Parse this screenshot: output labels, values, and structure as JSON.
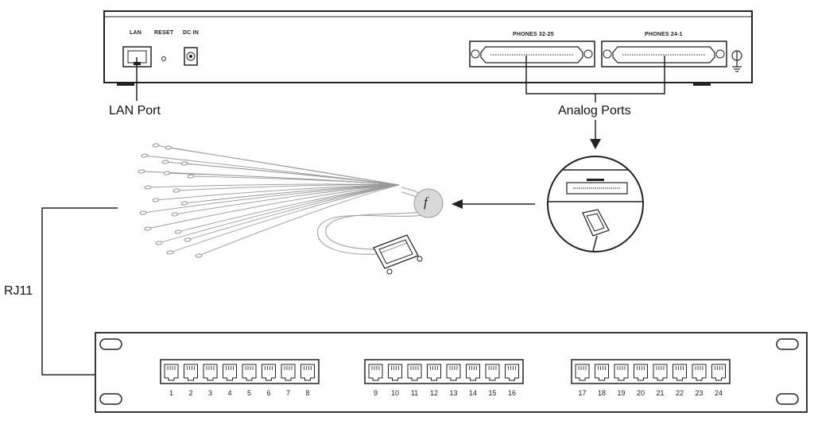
{
  "device": {
    "labels": {
      "lan": "LAN",
      "reset": "RESET",
      "dc_in": "DC IN",
      "phones_left": "PHONES 32-25",
      "phones_right": "PHONES 24-1"
    }
  },
  "callouts": {
    "lan_port": "LAN Port",
    "analog_ports": "Analog Ports",
    "rj11": "RJ11"
  },
  "cable": {
    "badge": "f"
  },
  "patch_panel": {
    "groups": [
      [
        "1",
        "2",
        "3",
        "4",
        "5",
        "6",
        "7",
        "8"
      ],
      [
        "9",
        "10",
        "11",
        "12",
        "13",
        "14",
        "15",
        "16"
      ],
      [
        "17",
        "18",
        "19",
        "20",
        "21",
        "22",
        "23",
        "24"
      ]
    ]
  },
  "colors": {
    "line": "#222222",
    "badge_fill": "#d9d9d9",
    "wire": "#999999"
  }
}
